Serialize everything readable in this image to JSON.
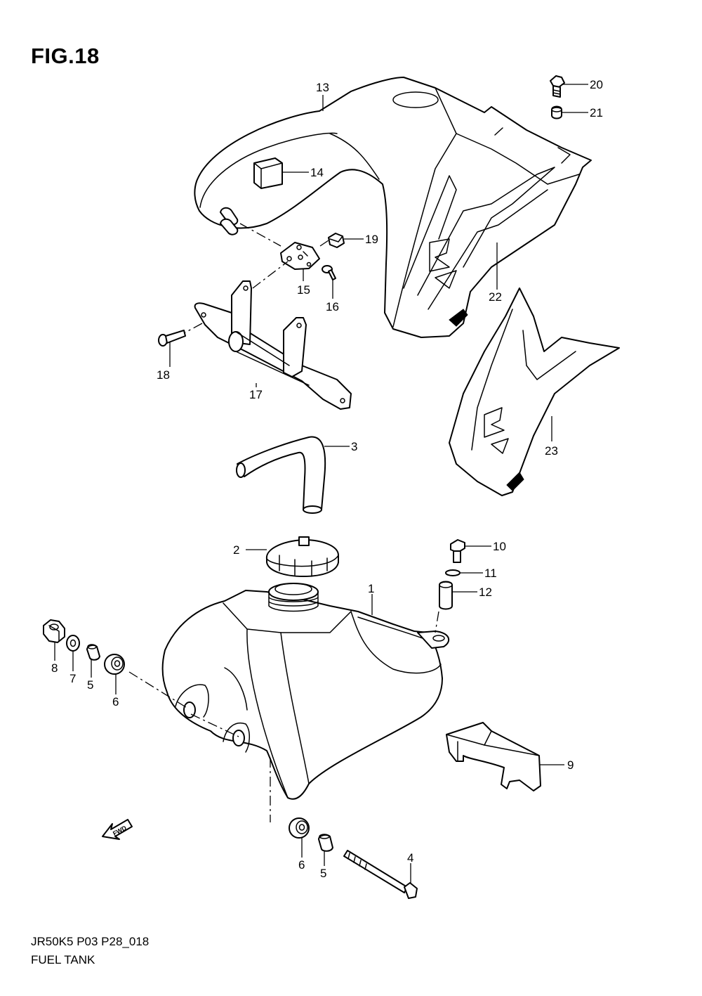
{
  "figure": {
    "title": "FIG.18",
    "model_code": "JR50K5 P03 P28_018",
    "name": "FUEL TANK"
  },
  "callouts": [
    {
      "id": "1",
      "label": "1"
    },
    {
      "id": "2",
      "label": "2"
    },
    {
      "id": "3",
      "label": "3"
    },
    {
      "id": "4",
      "label": "4"
    },
    {
      "id": "5a",
      "label": "5"
    },
    {
      "id": "5b",
      "label": "5"
    },
    {
      "id": "6a",
      "label": "6"
    },
    {
      "id": "6b",
      "label": "6"
    },
    {
      "id": "7",
      "label": "7"
    },
    {
      "id": "8",
      "label": "8"
    },
    {
      "id": "9",
      "label": "9"
    },
    {
      "id": "10",
      "label": "10"
    },
    {
      "id": "11",
      "label": "11"
    },
    {
      "id": "12",
      "label": "12"
    },
    {
      "id": "13",
      "label": "13"
    },
    {
      "id": "14",
      "label": "14"
    },
    {
      "id": "15",
      "label": "15"
    },
    {
      "id": "16",
      "label": "16"
    },
    {
      "id": "17",
      "label": "17"
    },
    {
      "id": "18",
      "label": "18"
    },
    {
      "id": "19",
      "label": "19"
    },
    {
      "id": "20",
      "label": "20"
    },
    {
      "id": "21",
      "label": "21"
    },
    {
      "id": "22",
      "label": "22"
    },
    {
      "id": "23",
      "label": "23"
    }
  ],
  "fwd_mark": "FWD"
}
